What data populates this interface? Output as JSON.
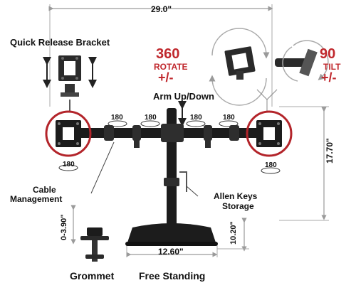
{
  "dimensions": {
    "overall_width": "29.0\"",
    "total_height": "17.70\"",
    "base_height": "10.20\"",
    "base_width": "12.60\"",
    "grommet_range": "0-3.90\""
  },
  "labels": {
    "quick_release": "Quick Release Bracket",
    "rotate_degrees": "360",
    "rotate_word": "ROTATE",
    "rotate_plusminus": "+/-",
    "tilt_degrees": "90",
    "tilt_word": "TILT",
    "tilt_plusminus": "+/-",
    "arm_updown": "Arm Up/Down",
    "swivel": "180",
    "cable_line1": "Cable",
    "cable_line2": "Management",
    "allen_line1": "Allen Keys",
    "allen_line2": "Storage",
    "grommet": "Grommet",
    "free_standing": "Free Standing"
  },
  "colors": {
    "accent": "#c0282d",
    "metal": "#1c1c1c",
    "dim_line": "#9a9a9a"
  }
}
